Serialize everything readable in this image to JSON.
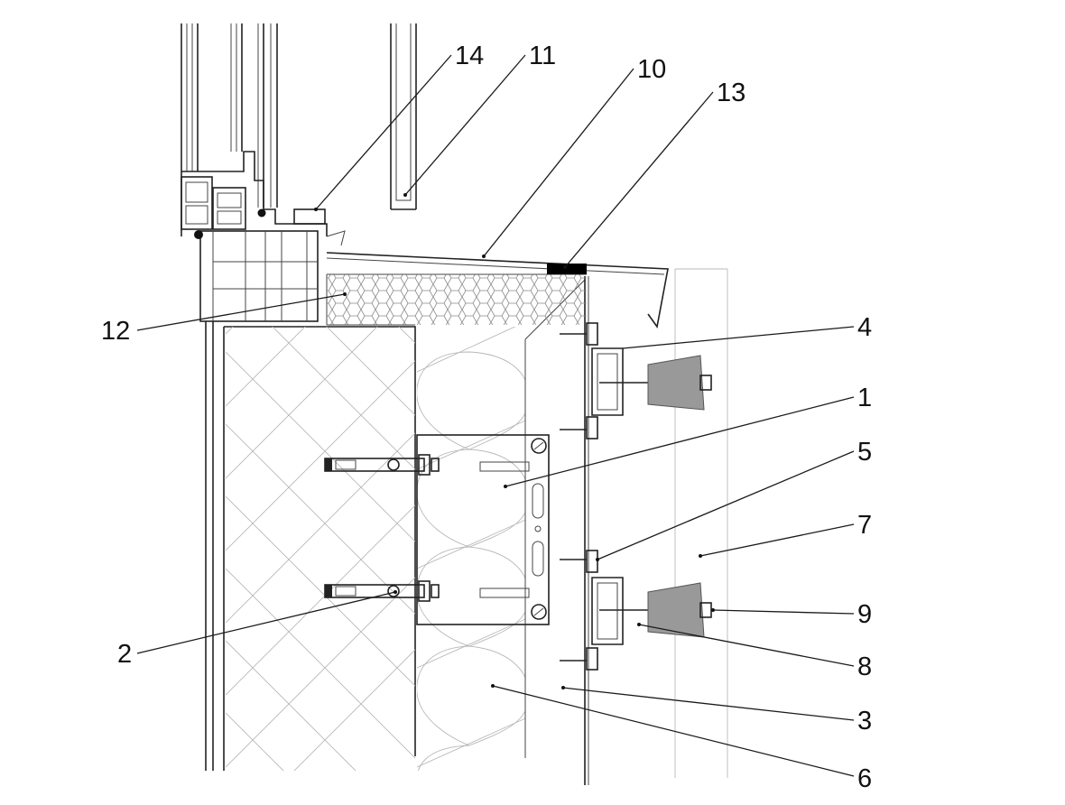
{
  "callouts": [
    {
      "id": "14",
      "text": "14"
    },
    {
      "id": "11",
      "text": "11"
    },
    {
      "id": "10",
      "text": "10"
    },
    {
      "id": "13",
      "text": "13"
    },
    {
      "id": "12",
      "text": "12"
    },
    {
      "id": "4",
      "text": "4"
    },
    {
      "id": "1",
      "text": "1"
    },
    {
      "id": "5",
      "text": "5"
    },
    {
      "id": "7",
      "text": "7"
    },
    {
      "id": "9",
      "text": "9"
    },
    {
      "id": "2",
      "text": "2"
    },
    {
      "id": "8",
      "text": "8"
    },
    {
      "id": "3",
      "text": "3"
    },
    {
      "id": "6",
      "text": "6"
    }
  ],
  "colors": {
    "line": "#222222",
    "hatch": "#b8b8b8",
    "gasket": "#999999",
    "seal": "#000000"
  }
}
